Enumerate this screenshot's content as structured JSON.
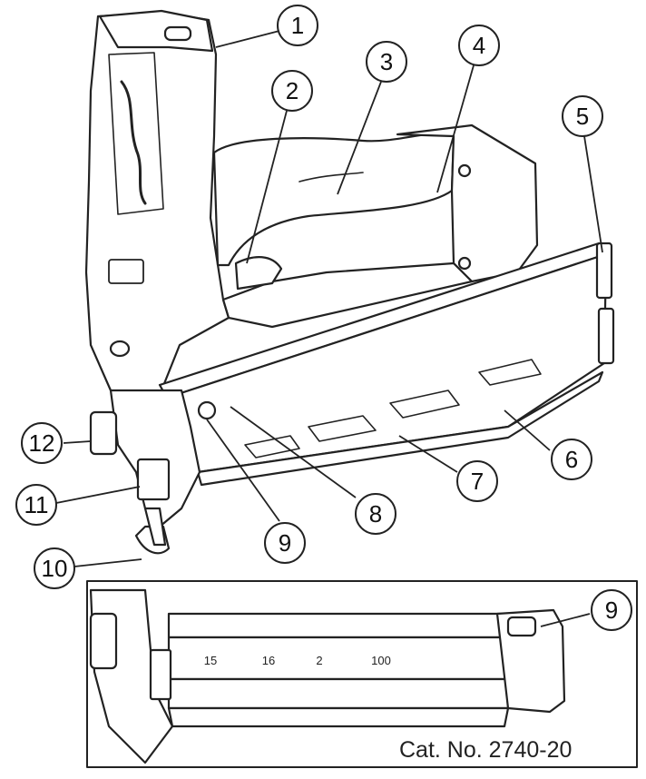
{
  "figure": {
    "callouts": [
      "1",
      "2",
      "3",
      "4",
      "5",
      "6",
      "7",
      "8",
      "9",
      "10",
      "11",
      "12"
    ],
    "inset_callout": "9",
    "catalog_label": "Cat. No. 2740-20",
    "magazine_marks": [
      "15",
      "16",
      "2",
      "100"
    ]
  }
}
